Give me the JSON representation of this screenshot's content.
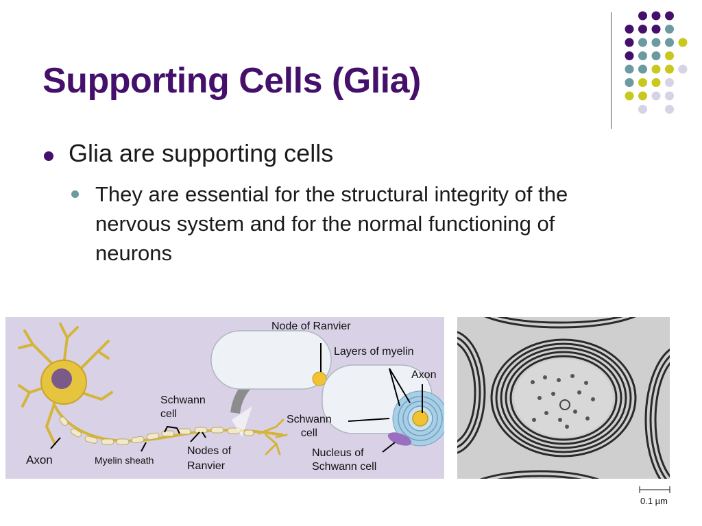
{
  "slide": {
    "title": "Supporting Cells (Glia)",
    "bullets": [
      {
        "text": "Glia are supporting cells",
        "children": [
          {
            "text_lines": [
              "They are essential for the structural integrity of the",
              "nervous system and for the normal functioning of",
              "neurons"
            ]
          }
        ]
      }
    ]
  },
  "figure": {
    "labels": {
      "node_of_ranvier_top": "Node of Ranvier",
      "layers_of_myelin": "Layers of myelin",
      "axon_right": "Axon",
      "schwann_cell_left": [
        "Schwann",
        "cell"
      ],
      "schwann_cell_right": [
        "Schwann",
        "cell"
      ],
      "nucleus_of_schwann": [
        "Nucleus of",
        "Schwann cell"
      ],
      "axon_left": "Axon",
      "myelin_sheath": "Myelin sheath",
      "nodes_of_ranvier": [
        "Nodes of",
        "Ranvier"
      ]
    },
    "scale_label": "0.1 µm"
  },
  "colors": {
    "title": "#44106b",
    "dot_purple": "#44106b",
    "dot_teal": "#6b9aa0",
    "dot_yellow": "#c8c81e",
    "dot_lavender": "#d6d3e6",
    "diagram_bg": "#d9d1e6"
  }
}
